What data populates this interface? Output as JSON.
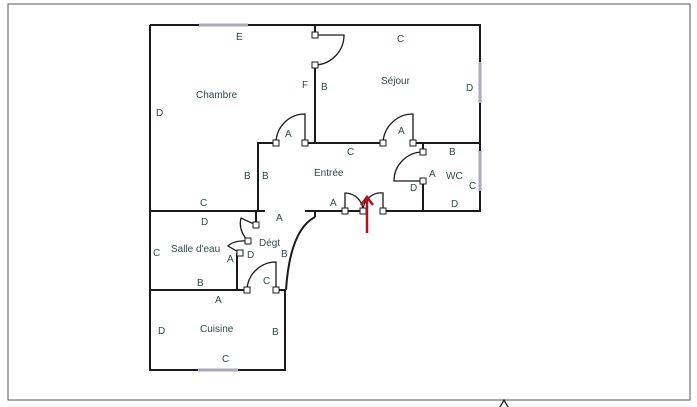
{
  "rooms": {
    "chambre": "Chambre",
    "sejour": "Séjour",
    "entree": "Entrée",
    "wc": "WC",
    "salle_eau": "Salle d'eau",
    "degt": "Dégt",
    "cuisine": "Cuisine"
  },
  "wall_labels": {
    "chambre_top": "E",
    "chambre_left": "D",
    "chambre_right": "F",
    "chambre_bottom": "C",
    "sejour_top": "C",
    "sejour_left": "B",
    "sejour_right": "D",
    "sejour_door": "A",
    "chambre_door": "A",
    "entree_left_outer": "B",
    "entree_left": "B",
    "entree_top": "C",
    "entree_bottom": "A",
    "wc_top": "B",
    "wc_left": "A",
    "wc_door": "D",
    "wc_right": "C",
    "wc_bottom": "D",
    "salle_top": "D",
    "salle_left": "C",
    "salle_bottom": "B",
    "salle_right": "A",
    "salle_door": "D",
    "degt_top": "A",
    "degt_right": "B",
    "cuisine_door": "C",
    "cuisine_top": "A",
    "cuisine_left": "D",
    "cuisine_right": "B",
    "cuisine_bottom": "C"
  },
  "colors": {
    "entry_arrow": "#b01020"
  }
}
